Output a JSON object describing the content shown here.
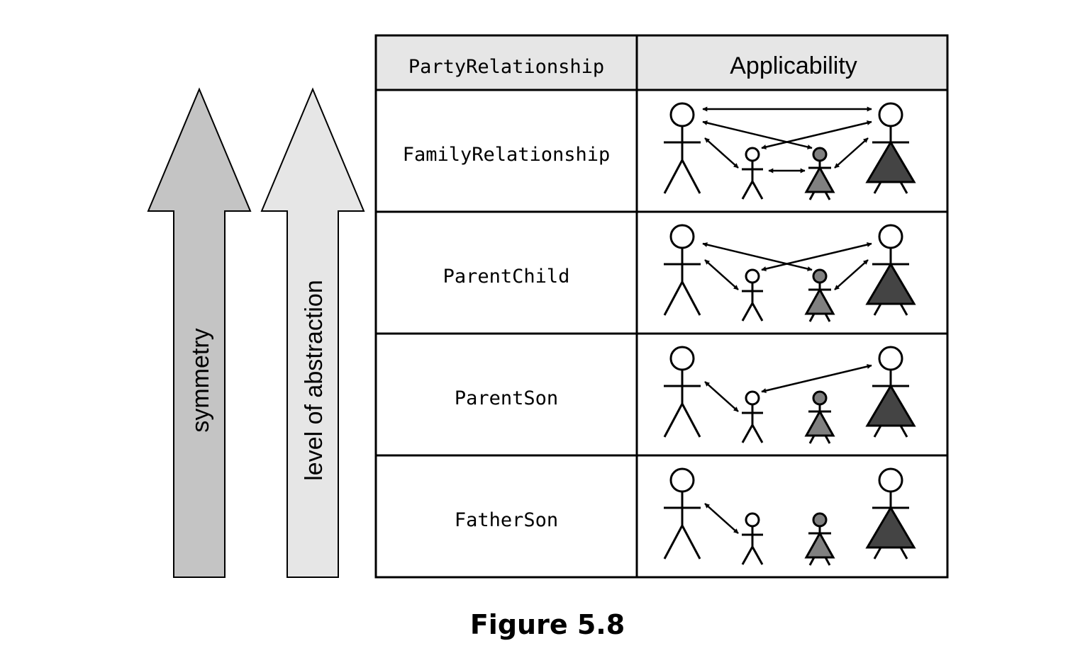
{
  "arrows": [
    {
      "label": "symmetry",
      "fill": "#c4c4c4"
    },
    {
      "label": "level of abstraction",
      "fill": "#e6e6e6"
    }
  ],
  "table": {
    "header": {
      "col1": "PartyRelationship",
      "col2": "Applicability",
      "fill": "#e6e6e6"
    },
    "rows": [
      {
        "name": "FamilyRelationship",
        "relations": [
          "father-mother",
          "father-daughter",
          "mother-son",
          "father-son",
          "mother-daughter",
          "son-daughter"
        ]
      },
      {
        "name": "ParentChild",
        "relations": [
          "father-daughter",
          "mother-son",
          "father-son",
          "mother-daughter"
        ]
      },
      {
        "name": "ParentSon",
        "relations": [
          "father-son",
          "mother-son"
        ]
      },
      {
        "name": "FatherSon",
        "relations": [
          "father-son"
        ]
      }
    ]
  },
  "figures": {
    "father": {
      "fill": "#ffffff"
    },
    "son": {
      "fill": "#ffffff"
    },
    "daughter": {
      "fill": "#808080"
    },
    "mother": {
      "fill": "#444444"
    }
  },
  "caption": "Figure 5.8"
}
